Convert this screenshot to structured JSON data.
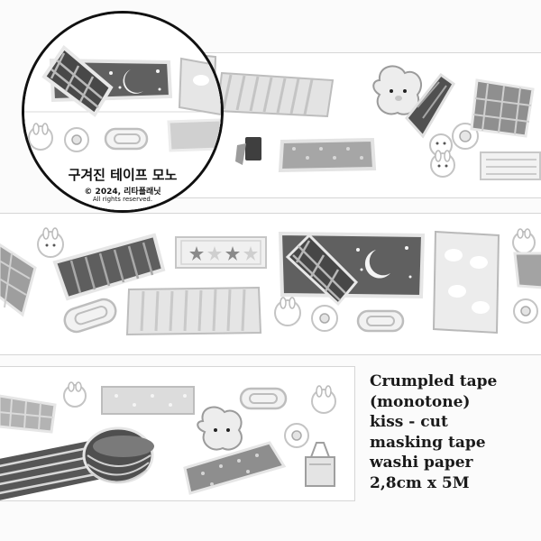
{
  "product": {
    "title_kr": "구겨진 테이프 모노",
    "copyright": "© 2024, 리타플래닛",
    "rights": "All rights reserved."
  },
  "description": {
    "lines": [
      "Crumpled tape",
      "(monotone)",
      "kiss - cut",
      "masking tape",
      "washi paper",
      "2,8cm x 5M"
    ]
  },
  "colors": {
    "dark_tape": "#5a5a5a",
    "mid_tape": "#9a9a9a",
    "light_tape": "#cfcfcf",
    "outline": "#e9e9e9",
    "ink": "#111111"
  },
  "stickers": [
    "plaid-tape",
    "moon-star-tape",
    "stripe-tape",
    "bear-sticker",
    "paperclip",
    "binder-clip",
    "dotted-tape",
    "flower-sticker",
    "bunny-sticker",
    "star-tape",
    "tape-roll"
  ]
}
